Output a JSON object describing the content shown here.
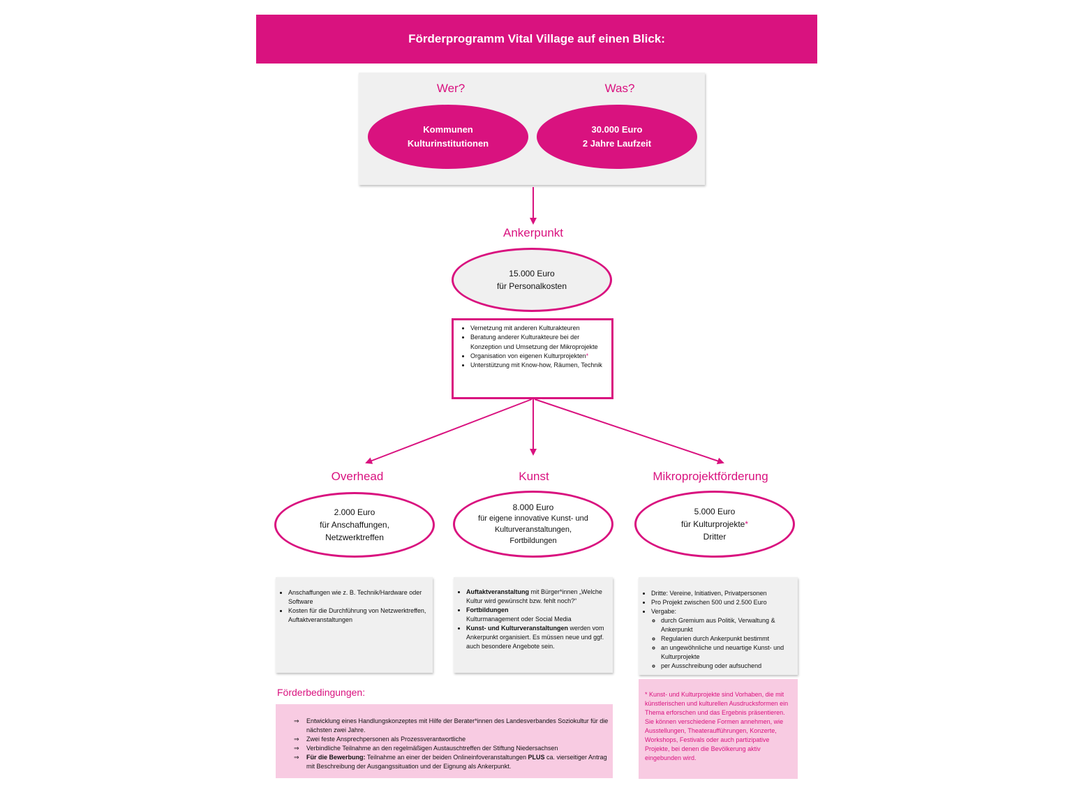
{
  "header": {
    "title": "Förderprogramm Vital Village auf einen Blick:"
  },
  "top": {
    "wer_label": "Wer?",
    "was_label": "Was?",
    "wer_line1": "Kommunen",
    "wer_line2": "Kulturinstitutionen",
    "was_line1": "30.000 Euro",
    "was_line2": "2 Jahre Laufzeit"
  },
  "ankerpunkt": {
    "label": "Ankerpunkt",
    "line1": "15.000 Euro",
    "line2": "für Personalkosten",
    "tasks": [
      "Vernetzung mit anderen Kulturakteuren",
      "Beratung anderer Kulturakteure bei der Konzeption und Umsetzung der Mikroprojekte",
      "Organisation von eigenen Kulturprojekten",
      "Unterstützung mit Know-how, Räumen, Technik"
    ],
    "task_star": "*"
  },
  "overhead": {
    "label": "Overhead",
    "line1": "2.000 Euro",
    "line2": "für Anschaffungen,",
    "line3": "Netzwerktreffen",
    "items": [
      "Anschaffungen wie z. B. Technik/Hardware oder Software",
      "Kosten für die Durchführung von Netzwerktreffen, Auftaktveranstaltungen"
    ]
  },
  "kunst": {
    "label": "Kunst",
    "line1": "8.000 Euro",
    "line2": "für eigene innovative Kunst- und",
    "line3": "Kulturveranstaltungen,",
    "line4": "Fortbildungen",
    "item1_bold": "Auftaktveranstaltung",
    "item1_rest": " mit Bürger*innen „Welche Kultur wird gewünscht bzw. fehlt noch?“",
    "item2_bold": "Fortbildungen",
    "item2_rest": "Kulturmanagement oder Social Media",
    "item3_bold": "Kunst- und Kulturveranstaltungen",
    "item3_rest": " werden vom Ankerpunkt organisiert. Es müssen neue und ggf. auch besondere Angebote sein."
  },
  "mikro": {
    "label": "Mikroprojektförderung",
    "line1": "5.000 Euro",
    "line2": "für Kulturprojekte",
    "line2_star": "*",
    "line3": "Dritter",
    "items": [
      "Dritte: Vereine, Initiativen, Privatpersonen",
      "Pro Projekt zwischen 500 und 2.500 Euro",
      "Vergabe:"
    ],
    "sub_items": [
      "durch Gremium aus Politik, Verwaltung & Ankerpunkt",
      "Regularien durch Ankerpunkt bestimmt",
      "an ungewöhnliche und neuartige Kunst- und Kulturprojekte",
      "per Ausschreibung oder aufsuchend"
    ],
    "note": "* Kunst- und Kulturprojekte sind Vorhaben, die mit künstlerischen und kulturellen Ausdrucksformen ein Thema erforschen und das Ergebnis präsentieren. Sie können verschiedene Formen annehmen, wie Ausstellungen, Theateraufführungen, Konzerte, Workshops, Festivals oder auch partizipative Projekte, bei denen die Bevölkerung aktiv eingebunden wird."
  },
  "conditions": {
    "title": "Förderbedingungen:",
    "arrow": "⇒",
    "items": [
      "Entwicklung eines Handlungskonzeptes mit Hilfe der Berater*innen des Landesverbandes Soziokultur für die nächsten zwei Jahre.",
      "Zwei feste Ansprechpersonen als Prozessverantwortliche",
      "Verbindliche Teilnahme an den regelmäßigen Austauschtreffen der Stiftung Niedersachsen"
    ],
    "last_bold": "Für die Bewerbung:",
    "last_mid": " Teilnahme an einer der beiden Onlineinfoveranstaltungen ",
    "last_plus": "PLUS",
    "last_end": " ca. vierseitiger Antrag mit Beschreibung der Ausgangssituation und der Eignung als Ankerpunkt."
  },
  "colors": {
    "accent": "#d9127f",
    "panel": "#f0f0f0",
    "note_bg": "#f8cbe2"
  }
}
